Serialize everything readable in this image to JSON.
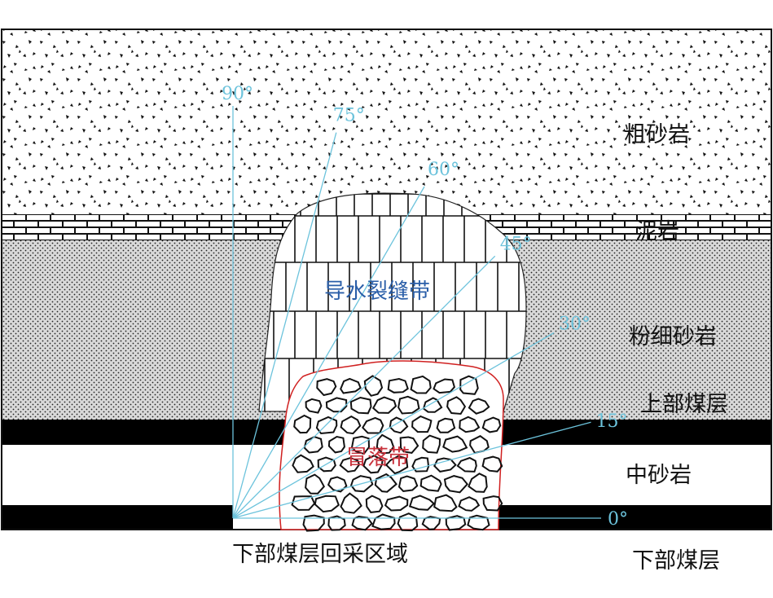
{
  "strata": {
    "coarse_sandstone": "粗砂岩",
    "mudstone": "泥岩",
    "fine_sandstone": "粉细砂岩",
    "upper_coal": "上部煤层",
    "medium_sandstone": "中砂岩",
    "lower_coal": "下部煤层"
  },
  "zones": {
    "fracture_zone": "导水裂缝带",
    "caving_zone": "冒落带"
  },
  "mining_area": "下部煤层回采区域",
  "angles": [
    {
      "label": "90°",
      "deg": 90
    },
    {
      "label": "75°",
      "deg": 75
    },
    {
      "label": "60°",
      "deg": 60
    },
    {
      "label": "45°",
      "deg": 45
    },
    {
      "label": "30°",
      "deg": 30
    },
    {
      "label": "15°",
      "deg": 15
    },
    {
      "label": "0°",
      "deg": 0
    }
  ],
  "colors": {
    "angle_line": "#6cc3dc",
    "fracture_label": "#2a5ea8",
    "caving_label": "#c8303a",
    "caving_outline": "#d02020",
    "coal": "#000000"
  }
}
